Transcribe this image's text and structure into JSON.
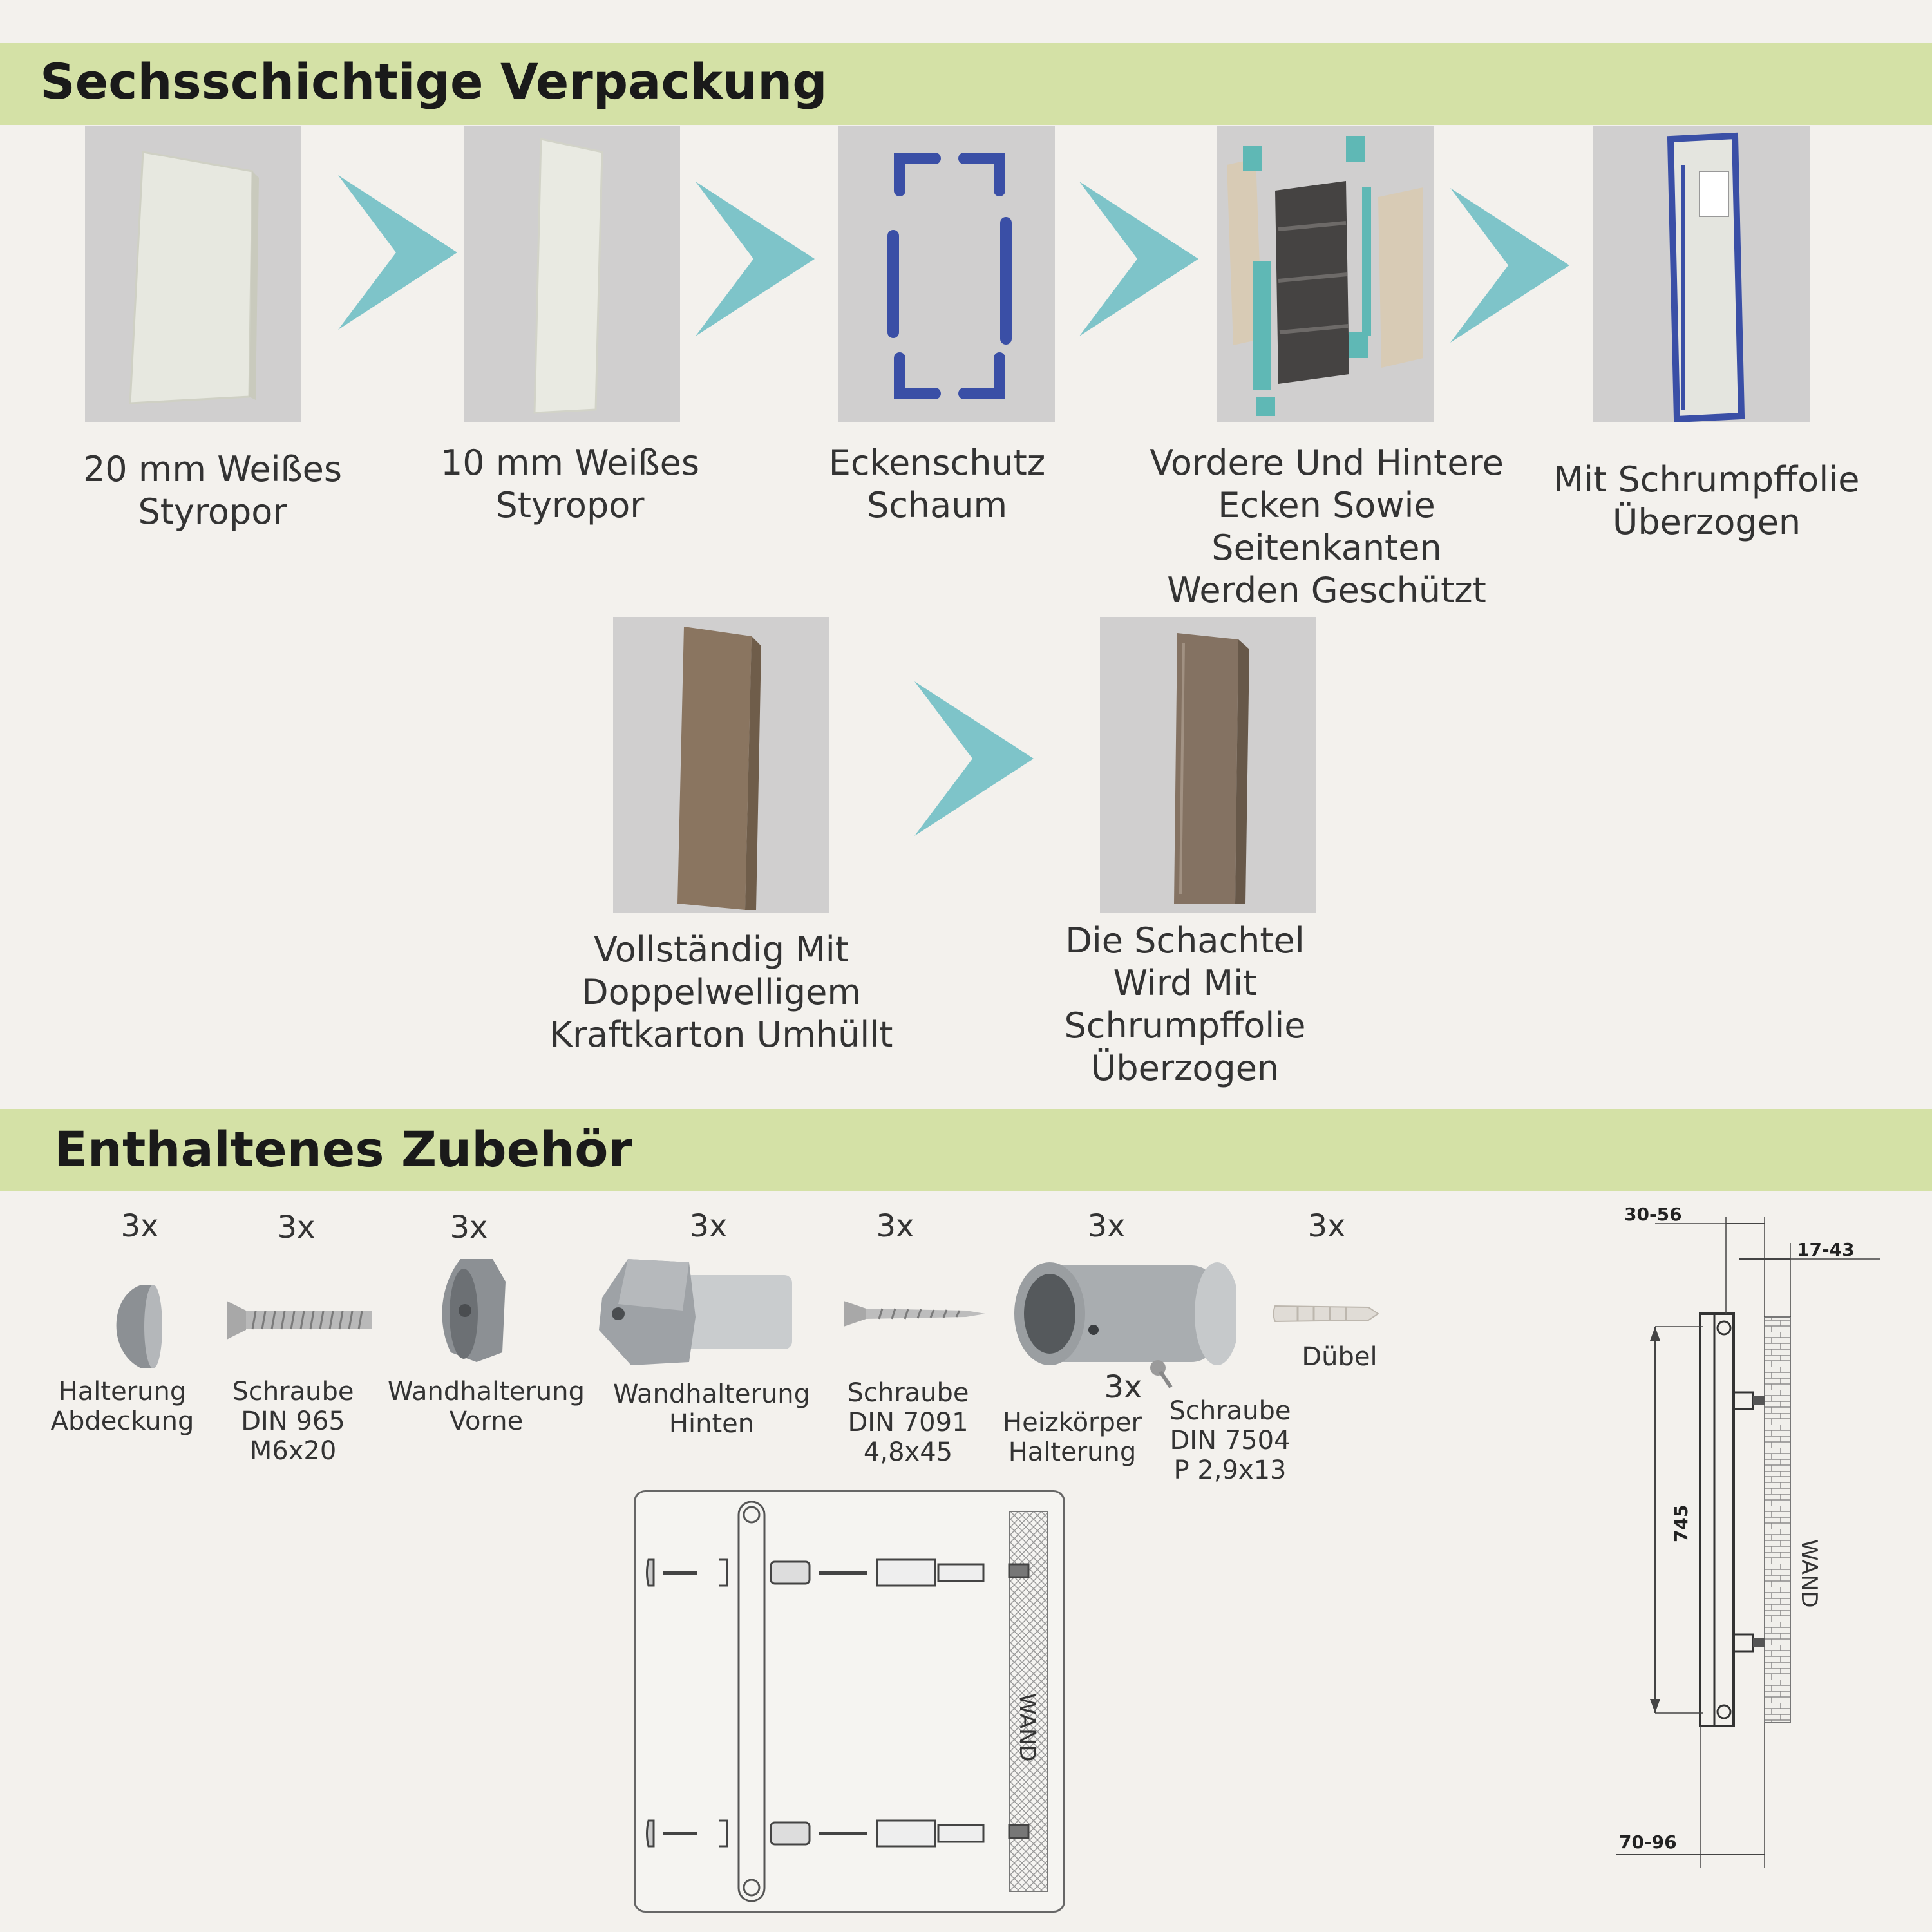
{
  "packaging": {
    "title": "Sechsschichtige Verpackung",
    "steps": [
      {
        "lines": [
          "20 mm Weißes",
          "Styropor"
        ]
      },
      {
        "lines": [
          "10 mm Weißes",
          "Styropor"
        ]
      },
      {
        "lines": [
          "Eckenschutz",
          "Schaum"
        ]
      },
      {
        "lines": [
          "Vordere Und Hintere",
          "Ecken Sowie",
          "Seitenkanten",
          "Werden Geschützt"
        ]
      },
      {
        "lines": [
          "Mit Schrumpffolie",
          "Überzogen"
        ]
      },
      {
        "lines": [
          "Vollständig Mit",
          "Doppelwelligem",
          "Kraftkarton Umhüllt"
        ]
      },
      {
        "lines": [
          "Die Schachtel",
          "Wird Mit",
          "Schrumpffolie",
          "Überzogen"
        ]
      }
    ]
  },
  "accessories": {
    "title": "Enthaltenes Zubehör",
    "items": [
      {
        "qty": "3x",
        "lines": [
          "Halterung",
          "Abdeckung"
        ]
      },
      {
        "qty": "3x",
        "lines": [
          "Schraube",
          "DIN 965",
          "M6x20"
        ]
      },
      {
        "qty": "3x",
        "lines": [
          "Wandhalterung",
          "Vorne"
        ]
      },
      {
        "qty": "3x",
        "lines": [
          "Wandhalterung",
          "Hinten"
        ]
      },
      {
        "qty": "3x",
        "lines": [
          "Schraube",
          "DIN 7091",
          "4,8x45"
        ]
      },
      {
        "qty": "3x",
        "lines": [
          "Heizkörper",
          "Halterung"
        ]
      },
      {
        "qty": "3x",
        "lines": [
          "Dübel"
        ]
      },
      {
        "qty": "3x",
        "lines": [
          "Schraube",
          "DIN 7504",
          "P 2,9x13"
        ]
      }
    ]
  },
  "assembly_diagram": {
    "wall_label": "WAND"
  },
  "dimension_diagram": {
    "wall_label": "WAND",
    "dims": {
      "top_outer": "30-56",
      "top_inner": "17-43",
      "height": "745",
      "bottom": "70-96"
    }
  },
  "colors": {
    "band": "#d4e1a6",
    "arrow": "#7ec4c9",
    "background": "#f3f1ed",
    "foam_blue": "#3a4fa6",
    "kraft": "#8a7560"
  }
}
